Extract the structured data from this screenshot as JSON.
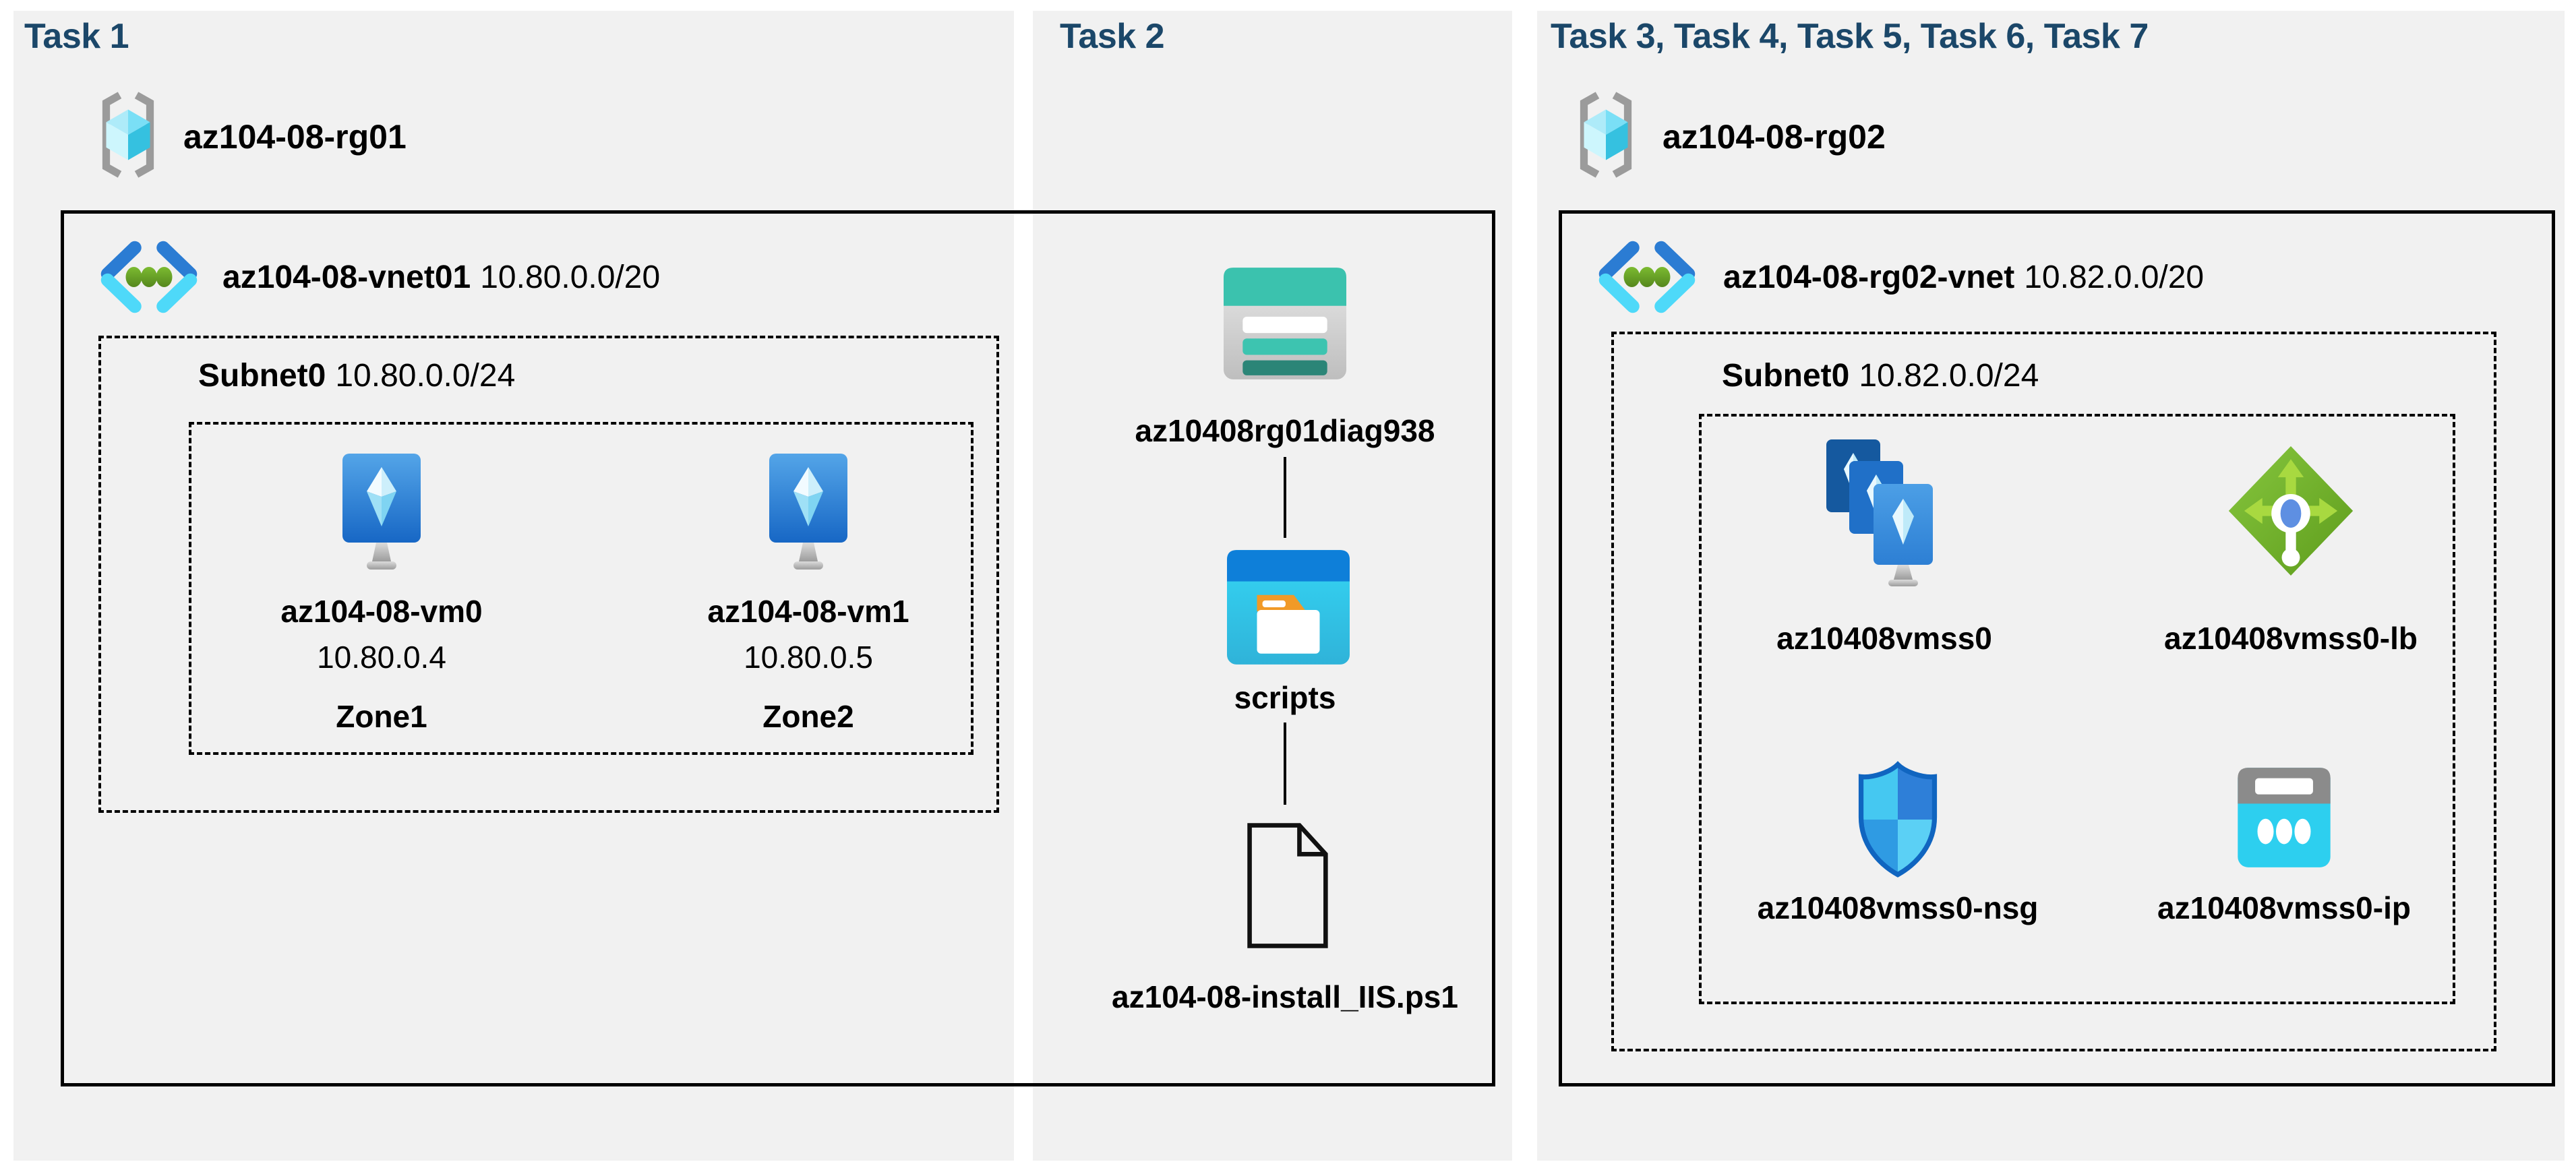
{
  "colors": {
    "background": "#ffffff",
    "panel": "#f1f1f1",
    "header_navy": "#1b4769",
    "box_border": "#000000",
    "storage_teal": "#3bc2ae",
    "folder_blue": "#0e7fd9",
    "lb_green": "#6faf28",
    "vm_blue": "#1767c5",
    "ip_cyan": "#2dcfef"
  },
  "panels": {
    "task1": {
      "header": "Task 1",
      "resource_group": {
        "name": "az104-08-rg01"
      },
      "vnet": {
        "name": "az104-08-vnet01",
        "cidr": "10.80.0.0/20"
      },
      "subnet": {
        "name": "Subnet0",
        "cidr": "10.80.0.0/24"
      },
      "vms": [
        {
          "name": "az104-08-vm0",
          "ip": "10.80.0.4",
          "zone": "Zone1"
        },
        {
          "name": "az104-08-vm1",
          "ip": "10.80.0.5",
          "zone": "Zone2"
        }
      ]
    },
    "task2": {
      "header": "Task 2",
      "storage_account": "az10408rg01diag938",
      "container": "scripts",
      "file": "az104-08-install_IIS.ps1"
    },
    "task3": {
      "header": "Task 3, Task 4, Task 5, Task 6, Task 7",
      "resource_group": {
        "name": "az104-08-rg02"
      },
      "vnet": {
        "name": "az104-08-rg02-vnet",
        "cidr": "10.82.0.0/20"
      },
      "subnet": {
        "name": "Subnet0",
        "cidr": "10.82.0.0/24"
      },
      "vmss": {
        "name": "az10408vmss0"
      },
      "load_balancer": {
        "name": "az10408vmss0-lb"
      },
      "nsg": {
        "name": "az10408vmss0-nsg"
      },
      "public_ip": {
        "name": "az10408vmss0-ip"
      }
    }
  }
}
